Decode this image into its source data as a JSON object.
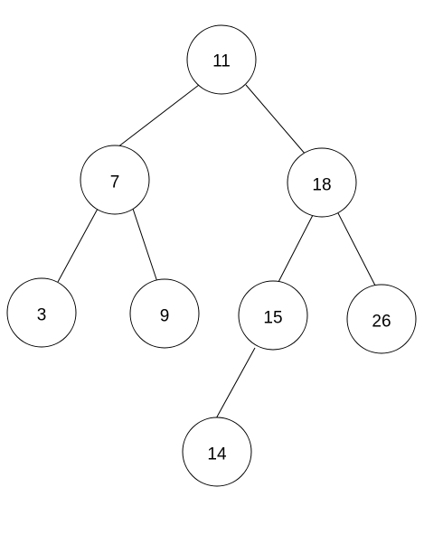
{
  "tree": {
    "type": "binary-search-tree",
    "nodes": [
      {
        "id": "n11",
        "label": "11"
      },
      {
        "id": "n7",
        "label": "7"
      },
      {
        "id": "n18",
        "label": "18"
      },
      {
        "id": "n3",
        "label": "3"
      },
      {
        "id": "n9",
        "label": "9"
      },
      {
        "id": "n15",
        "label": "15"
      },
      {
        "id": "n26",
        "label": "26"
      },
      {
        "id": "n14",
        "label": "14"
      }
    ],
    "edges": [
      {
        "from": "n11",
        "to": "n7"
      },
      {
        "from": "n11",
        "to": "n18"
      },
      {
        "from": "n7",
        "to": "n3"
      },
      {
        "from": "n7",
        "to": "n9"
      },
      {
        "from": "n18",
        "to": "n15"
      },
      {
        "from": "n18",
        "to": "n26"
      },
      {
        "from": "n15",
        "to": "n14"
      }
    ]
  }
}
